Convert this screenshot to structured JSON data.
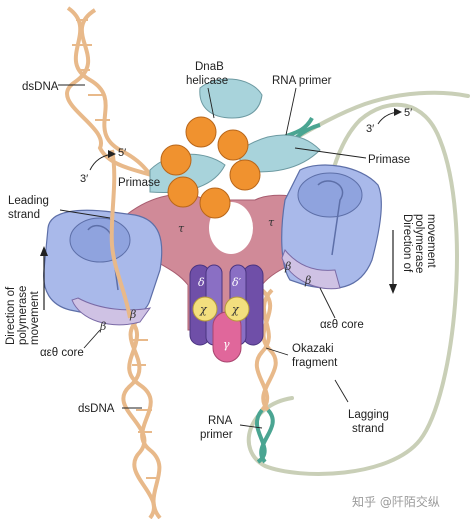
{
  "labels": {
    "dsdna_top": "dsDNA",
    "dnab_line1": "DnaB",
    "dnab_line2": "helicase",
    "rna_primer_top": "RNA primer",
    "primase_right": "Primase",
    "primase_left": "Primase",
    "three_prime_left": "3′",
    "five_prime_left": "5′",
    "three_prime_right": "3′",
    "five_prime_right": "5′",
    "leading_line1": "Leading",
    "leading_line2": "strand",
    "direction_left_line1": "Direction of",
    "direction_left_line2": "polymerase",
    "direction_left_line3": "movement",
    "direction_right_line1": "Direction of",
    "direction_right_line2": "polymerase",
    "direction_right_line3": "movement",
    "core_left": "αεθ core",
    "core_right": "αεθ core",
    "okazaki_line1": "Okazaki",
    "okazaki_line2": "fragment",
    "dsdna_bottom": "dsDNA",
    "rna_primer_bottom_line1": "RNA",
    "rna_primer_bottom_line2": "primer",
    "lagging_line1": "Lagging",
    "lagging_line2": "strand"
  },
  "subunits": {
    "tau": "τ",
    "beta": "β",
    "delta": "δ",
    "delta_prime": "δ′",
    "chi": "χ",
    "gamma": "γ"
  },
  "watermark": "知乎 @阡陌交纵",
  "colors": {
    "dna_tan": "#e8b98a",
    "rna_teal": "#4aa592",
    "lagging_strand": "#c9cfb7",
    "helicase_orange": "#f0922f",
    "primase_teal": "#a8d3db",
    "clamp_loader_pink": "#d08a98",
    "polymerase_blue": "#a9b9ea",
    "beta_clamp_lavender": "#cfc2e4",
    "delta_purple": "#6f4fa8",
    "chi_yellow": "#f3df7e",
    "gamma_pink": "#e0679b"
  }
}
